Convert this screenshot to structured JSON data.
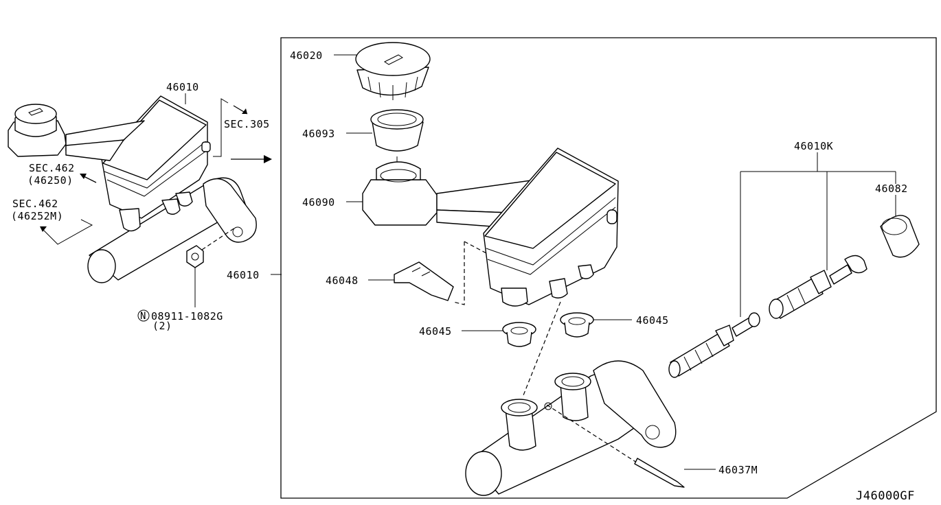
{
  "diagram_id": "J46000GF",
  "colors": {
    "line": "#000000",
    "background": "#ffffff"
  },
  "left_assembly": {
    "part_label": "46010",
    "sec_305": "SEC.305",
    "sec_462_a": "SEC.462",
    "sec_462_a_ref": "(46250)",
    "sec_462_b": "SEC.462",
    "sec_462_b_ref": "(46252M)",
    "nut_symbol": "N",
    "nut_part": "08911-1082G",
    "nut_qty": "(2)"
  },
  "exploded_view": {
    "assembly_label": "46010",
    "parts": {
      "cap": "46020",
      "strainer": "46093",
      "grommet_seal": "46090",
      "clip": "46048",
      "grommet_left": "46045",
      "grommet_right": "46045",
      "piston_kit": "46010K",
      "cup_seal": "46082",
      "pin": "46037M"
    }
  }
}
